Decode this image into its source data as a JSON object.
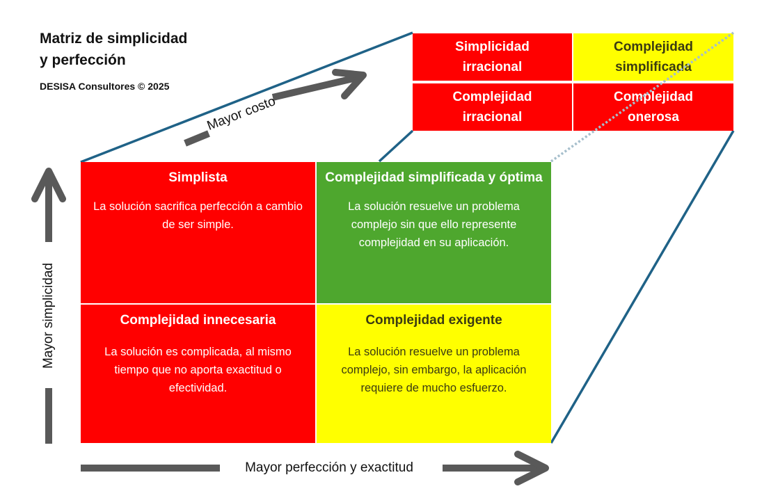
{
  "header": {
    "title_line1": "Matriz de simplicidad",
    "title_line2": "y perfección",
    "credit": "DESISA Consultores © 2025"
  },
  "axes": {
    "vertical": "Mayor simplicidad",
    "horizontal": "Mayor perfección y exactitud",
    "diagonal": "Mayor costo"
  },
  "main_matrix": [
    {
      "title": "Simplista",
      "text": "La solución sacrifica perfección a cambio de ser simple.",
      "color": "#ff0000"
    },
    {
      "title": "Complejidad simplificada y óptima",
      "text": "La solución resuelve un problema complejo sin que ello represente complejidad en su aplicación.",
      "color": "#4ea72e"
    },
    {
      "title": "Complejidad innecesaria",
      "text": "La solución es complicada, al mismo tiempo que no aporta exactitud o efectividad.",
      "color": "#ff0000"
    },
    {
      "title": "Complejidad exigente",
      "text": "La solución resuelve un problema complejo, sin embargo, la aplicación requiere de mucho esfuerzo.",
      "color": "#ffff00"
    }
  ],
  "small_matrix": [
    {
      "line1": "Simplicidad",
      "line2": "irracional",
      "color": "#ff0000"
    },
    {
      "line1": "Complejidad",
      "line2": "simplificada",
      "color": "#ffff00"
    },
    {
      "line1": "Complejidad",
      "line2": "irracional",
      "color": "#ff0000"
    },
    {
      "line1": "Complejidad",
      "line2": "onerosa",
      "color": "#ff0000"
    }
  ],
  "colors": {
    "line": "#1f6287",
    "arrow": "#595959",
    "dotted": "#a6bfcc"
  }
}
